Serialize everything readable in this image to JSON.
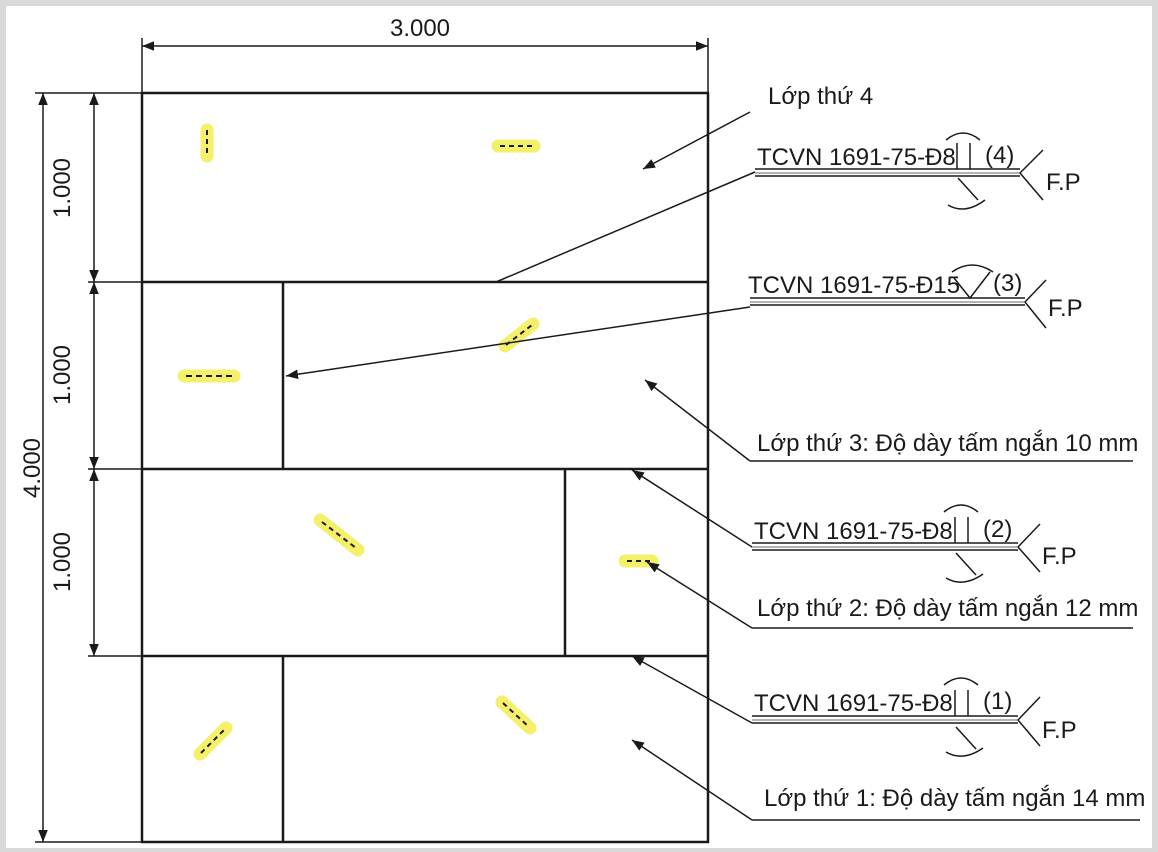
{
  "dimensions": {
    "width_label": "3.000",
    "height_label": "4.000",
    "layer_height_labels": [
      "1.000",
      "1.000",
      "1.000"
    ]
  },
  "layers": {
    "layer4": "Lớp thứ 4",
    "layer3": "Lớp thứ 3: Độ dày tấm ngắn 10 mm",
    "layer2": "Lớp thứ 2: Độ dày tấm ngắn 12 mm",
    "layer1": "Lớp thứ 1: Độ dày tấm ngắn 14 mm"
  },
  "welds": [
    {
      "spec": "TCVN 1691-75-Đ8",
      "number": "(4)",
      "note": "F.P"
    },
    {
      "spec": "TCVN 1691-75-Đ15",
      "number": "(3)",
      "note": "F.P"
    },
    {
      "spec": "TCVN 1691-75-Đ8",
      "number": "(2)",
      "note": "F.P"
    },
    {
      "spec": "TCVN 1691-75-Đ8",
      "number": "(1)",
      "note": "F.P"
    }
  ],
  "colors": {
    "highlight": "#f5f06a",
    "line": "#1a1a1a",
    "paper": "#ffffff",
    "border": "#d9d9d9"
  }
}
